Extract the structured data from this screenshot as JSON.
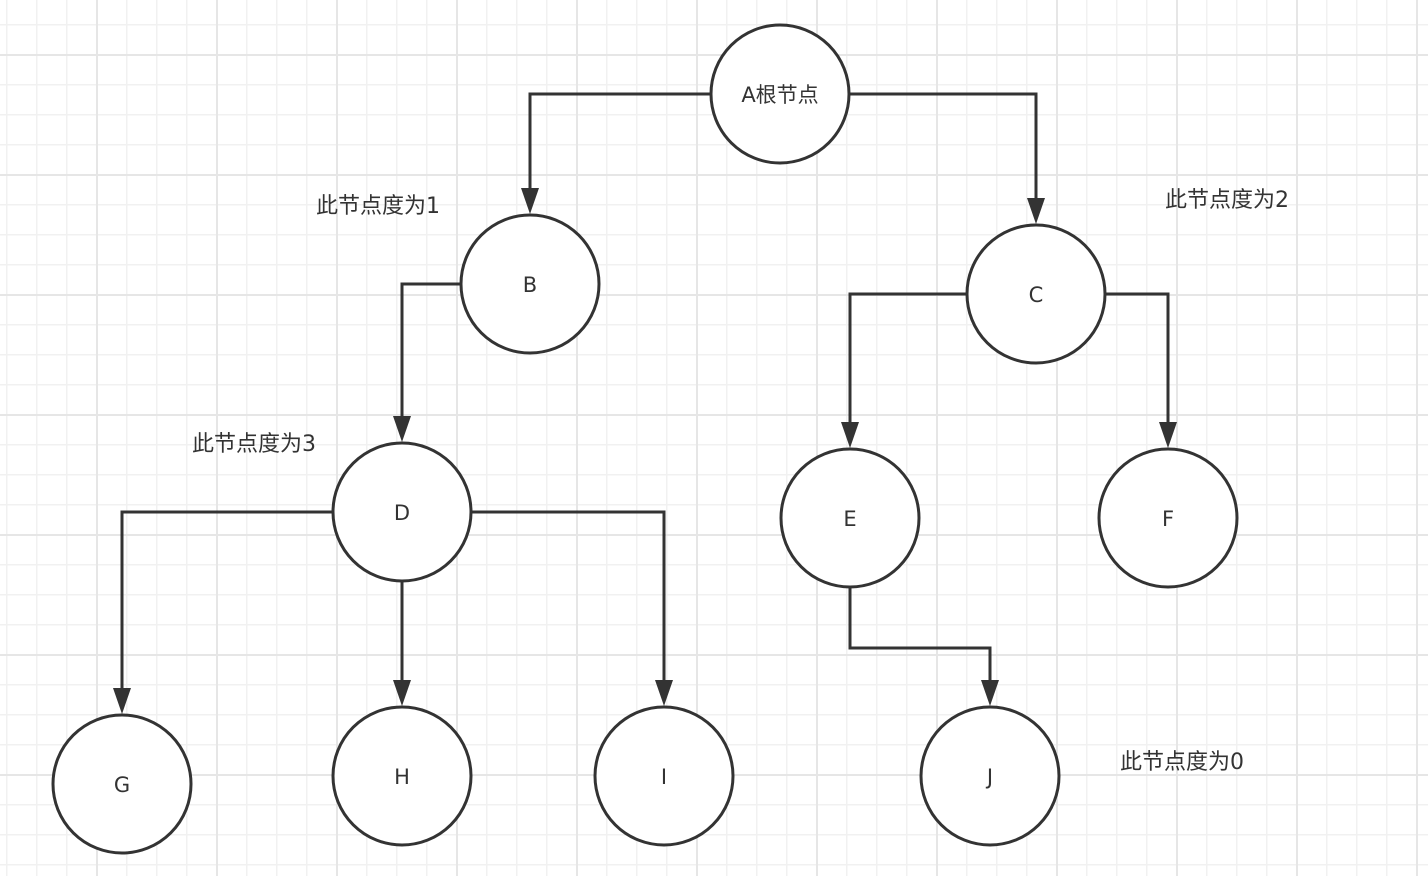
{
  "diagram": {
    "type": "tree",
    "colors": {
      "stroke": "#333333",
      "node_fill": "#ffffff",
      "grid_minor": "#f1f1f1",
      "grid_major": "#e6e6e6",
      "text": "#333333"
    },
    "nodes": [
      {
        "id": "A",
        "label": "A根节点"
      },
      {
        "id": "B",
        "label": "B"
      },
      {
        "id": "C",
        "label": "C"
      },
      {
        "id": "D",
        "label": "D"
      },
      {
        "id": "E",
        "label": "E"
      },
      {
        "id": "F",
        "label": "F"
      },
      {
        "id": "G",
        "label": "G"
      },
      {
        "id": "H",
        "label": "H"
      },
      {
        "id": "I",
        "label": "I"
      },
      {
        "id": "J",
        "label": "J"
      }
    ],
    "edges": [
      {
        "from": "A",
        "to": "B"
      },
      {
        "from": "A",
        "to": "C"
      },
      {
        "from": "B",
        "to": "D"
      },
      {
        "from": "C",
        "to": "E"
      },
      {
        "from": "C",
        "to": "F"
      },
      {
        "from": "D",
        "to": "G"
      },
      {
        "from": "D",
        "to": "H"
      },
      {
        "from": "D",
        "to": "I"
      },
      {
        "from": "E",
        "to": "J"
      }
    ],
    "annotations": [
      {
        "target": "B",
        "text": "此节点度为1"
      },
      {
        "target": "C",
        "text": "此节点度为2"
      },
      {
        "target": "D",
        "text": "此节点度为3"
      },
      {
        "target": "J",
        "text": "此节点度为0"
      }
    ]
  }
}
